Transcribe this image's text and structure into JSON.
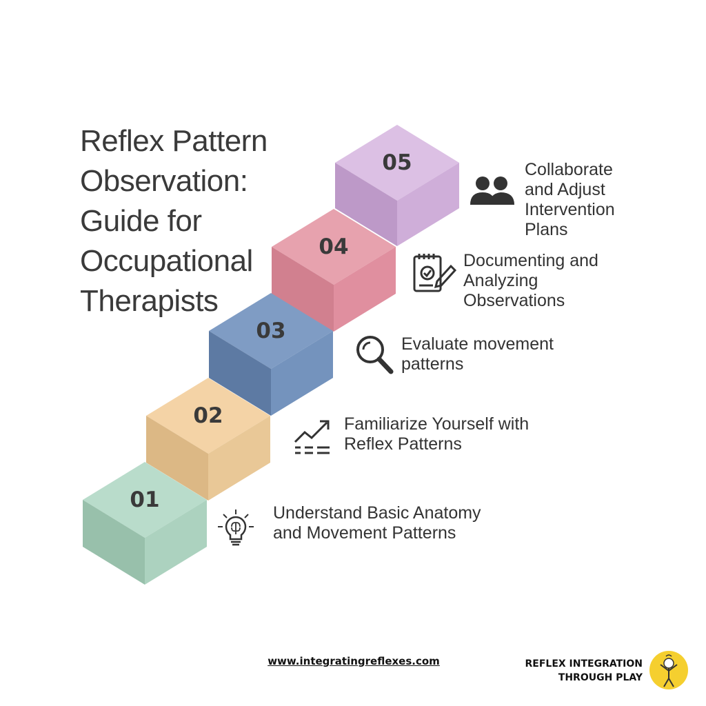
{
  "title": {
    "line1": "Reflex Pattern",
    "line2": "Observation:",
    "line3": "Guide for",
    "line4": "Occupational",
    "line5": "Therapists"
  },
  "steps": [
    {
      "number": "01",
      "icon": "brain-lightbulb-icon",
      "lines": [
        "Understand Basic Anatomy",
        "and Movement Patterns"
      ],
      "top": "#b9dccb",
      "left": "#98c0ab",
      "right": "#acd2bf"
    },
    {
      "number": "02",
      "icon": "growth-chart-icon",
      "lines": [
        "Familiarize Yourself with",
        "Reflex Patterns"
      ],
      "top": "#f4d3a6",
      "left": "#dcb885",
      "right": "#e9c897"
    },
    {
      "number": "03",
      "icon": "magnifier-icon",
      "lines": [
        "Evaluate movement",
        "patterns"
      ],
      "top": "#7f9cc4",
      "left": "#5d7aa3",
      "right": "#7493bd"
    },
    {
      "number": "04",
      "icon": "clipboard-check-icon",
      "lines": [
        "Documenting and",
        "Analyzing",
        "Observations"
      ],
      "top": "#e7a2ae",
      "left": "#d1808f",
      "right": "#e08f9f"
    },
    {
      "number": "05",
      "icon": "team-icon",
      "lines": [
        "Collaborate",
        "and Adjust",
        "Intervention",
        "Plans"
      ],
      "top": "#dcc0e4",
      "left": "#bd99c8",
      "right": "#cfaed9"
    }
  ],
  "footer": {
    "url": "www.integratingreflexes.com",
    "brand_line1": "REFLEX INTEGRATION",
    "brand_line2": "THROUGH PLAY"
  },
  "colors": {
    "text": "#333333",
    "number": "#3a3a3a",
    "logo": "#f5cf2f"
  }
}
